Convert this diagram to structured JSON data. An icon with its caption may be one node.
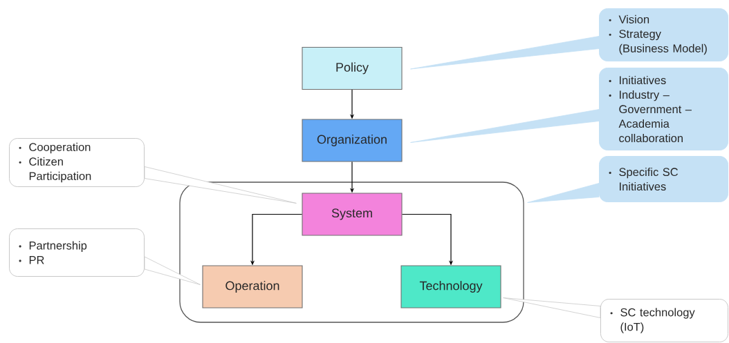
{
  "diagram": {
    "nodes": [
      {
        "text": [
          "Policy"
        ]
      },
      {
        "text": [
          "Organization"
        ]
      },
      {
        "text": [],
        "shape": "box"
      },
      {
        "text": [
          "System"
        ],
        "in": 2
      },
      {
        "text": [
          "Operation"
        ],
        "in": 2
      },
      {
        "text": [
          "Technology"
        ],
        "in": 2
      },
      {
        "text": [
          "Vision",
          "Strategy (Business Model)"
        ]
      },
      {
        "text": [
          "Initiatives",
          "Industry – Government – Academia collaboration"
        ]
      },
      {
        "text": [
          "Specific SC Initiatives"
        ]
      },
      {
        "text": [
          "Cooperation",
          "Citizen Participation"
        ]
      },
      {
        "text": [
          "Partnership",
          "PR"
        ]
      },
      {
        "text": [
          "SC technology (IoT)"
        ]
      }
    ],
    "edges": [
      {
        "from": 0,
        "to": 1,
        "arrow": "to"
      },
      {
        "from": 1,
        "to": 3,
        "arrow": "to"
      },
      {
        "from": 3,
        "to": 4,
        "arrow": "to"
      },
      {
        "from": 3,
        "to": 5,
        "arrow": "to"
      },
      {
        "from": 6,
        "to": 0,
        "arrow": "none",
        "color": "#c5e1f5"
      },
      {
        "from": 7,
        "to": 1,
        "arrow": "none",
        "color": "#c5e1f5"
      },
      {
        "from": 8,
        "to": 2,
        "arrow": "none",
        "color": "#c5e1f5"
      },
      {
        "from": 9,
        "to": 3,
        "arrow": "none",
        "color": "#c8c8c8"
      },
      {
        "from": 10,
        "to": 4,
        "arrow": "none",
        "color": "#c8c8c8"
      },
      {
        "from": 11,
        "to": 5,
        "arrow": "none",
        "color": "#c8c8c8"
      }
    ]
  }
}
